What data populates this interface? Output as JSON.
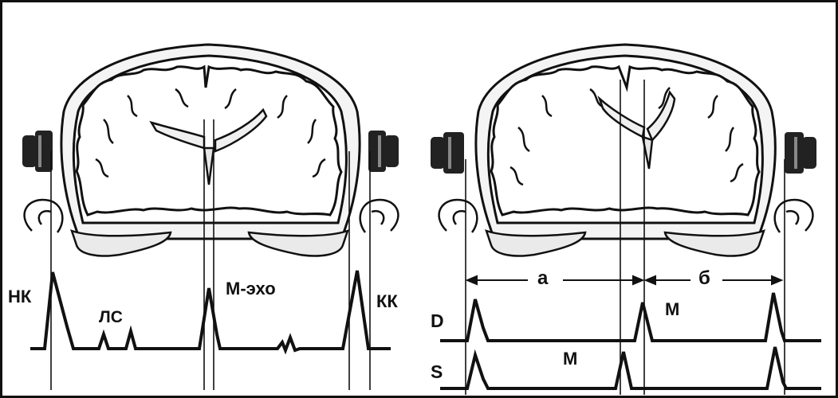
{
  "left_panel": {
    "labels": {
      "near_complex": "НК",
      "lateral_signals": "ЛС",
      "midline_echo": "М-эхо",
      "far_complex": "КК"
    }
  },
  "right_panel": {
    "labels": {
      "distance_a": "а",
      "distance_b": "б",
      "trace_d": "D",
      "trace_s": "S",
      "m_on_d": "М",
      "m_on_s": "М"
    }
  },
  "colors": {
    "ink": "#111111",
    "paper": "#ffffff",
    "bone_fill": "#f4f4f4"
  }
}
